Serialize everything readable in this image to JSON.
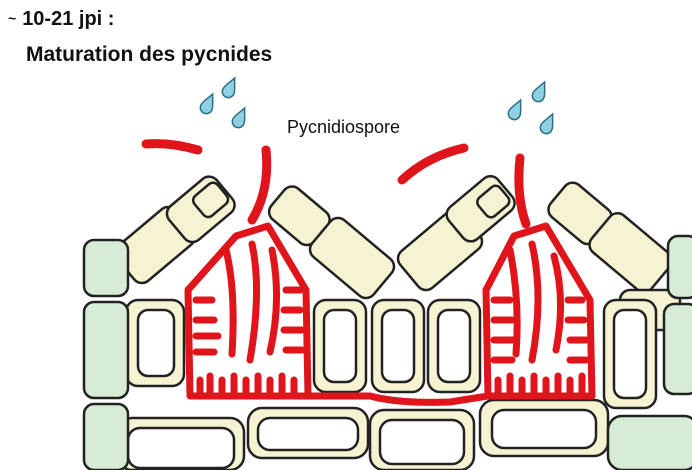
{
  "header": {
    "tilde": "~",
    "stage": "10-21 jpi :",
    "title": "Maturation des pycnides"
  },
  "labels": {
    "spore": "Pycnidiospore"
  },
  "colors": {
    "fungus": "#e0141b",
    "cell_fill": "#f6f3d2",
    "cell_stroke": "#222222",
    "green_cell_fill": "#d6ecd4",
    "drop": "#8fd0e3"
  },
  "icons": [
    "water-drop-icon",
    "pycnidiospore-icon",
    "plant-cell-icon",
    "pycnidium-icon"
  ]
}
